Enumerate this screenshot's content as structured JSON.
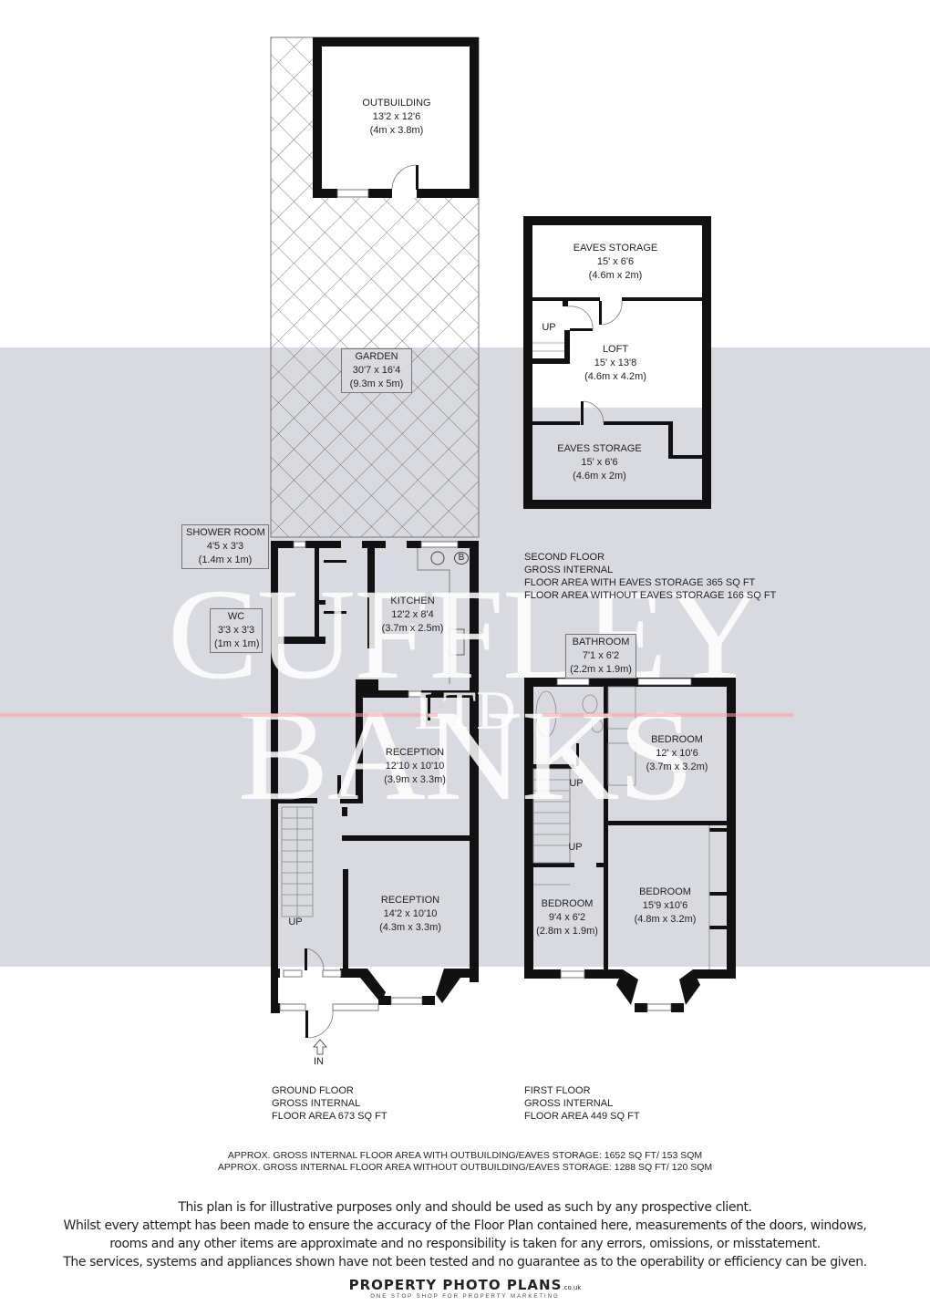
{
  "watermark": {
    "line1": "CUFFLEY BANKS",
    "line2": "LTD"
  },
  "rooms": {
    "outbuilding": {
      "name": "OUTBUILDING",
      "imperial": "13'2 x 12'6",
      "metric": "(4m x 3.8m)"
    },
    "garden": {
      "name": "GARDEN",
      "imperial": "30'7 x 16'4",
      "metric": "(9.3m x 5m)"
    },
    "shower_room": {
      "name": "SHOWER ROOM",
      "imperial": "4'5 x 3'3",
      "metric": "(1.4m x 1m)"
    },
    "wc": {
      "name": "WC",
      "imperial": "3'3 x 3'3",
      "metric": "(1m x 1m)"
    },
    "kitchen": {
      "name": "KITCHEN",
      "imperial": "12'2 x 8'4",
      "metric": "(3.7m x 2.5m)"
    },
    "reception_rear": {
      "name": "RECEPTION",
      "imperial": "12'10 x 10'10",
      "metric": "(3.9m x 3.3m)"
    },
    "reception_front": {
      "name": "RECEPTION",
      "imperial": "14'2 x 10'10",
      "metric": "(4.3m x 3.3m)"
    },
    "eaves_storage_top": {
      "name": "EAVES STORAGE",
      "imperial": "15' x 6'6",
      "metric": "(4.6m x 2m)"
    },
    "loft": {
      "name": "LOFT",
      "imperial": "15' x 13'8",
      "metric": "(4.6m x 4.2m)"
    },
    "eaves_storage_bottom": {
      "name": "EAVES STORAGE",
      "imperial": "15' x 6'6",
      "metric": "(4.6m x 2m)"
    },
    "bathroom": {
      "name": "BATHROOM",
      "imperial": "7'1 x 6'2",
      "metric": "(2.2m x 1.9m)"
    },
    "bedroom_rear": {
      "name": "BEDROOM",
      "imperial": "12' x 10'6",
      "metric": "(3.7m x 3.2m)"
    },
    "bedroom_small": {
      "name": "BEDROOM",
      "imperial": "9'4 x 6'2",
      "metric": "(2.8m x 1.9m)"
    },
    "bedroom_front": {
      "name": "BEDROOM",
      "imperial": "15'9 x10'6",
      "metric": "(4.8m x 3.2m)"
    }
  },
  "stairs": {
    "ground_up": "UP",
    "first_up_1": "UP",
    "first_up_2": "UP",
    "loft_up": "UP"
  },
  "entrance": {
    "label": "IN"
  },
  "boiler": {
    "label": "B"
  },
  "floors": {
    "ground": {
      "line1": "GROUND FLOOR",
      "line2": "GROSS INTERNAL",
      "line3": "FLOOR AREA 673 SQ FT"
    },
    "first": {
      "line1": "FIRST FLOOR",
      "line2": "GROSS INTERNAL",
      "line3": "FLOOR AREA 449 SQ FT"
    },
    "second": {
      "line1": "SECOND FLOOR",
      "line2": "GROSS INTERNAL",
      "line3": "FLOOR AREA WITH EAVES STORAGE 365 SQ FT",
      "line4": "FLOOR AREA WITHOUT EAVES STORAGE 166 SQ FT"
    }
  },
  "totals": {
    "with": "APPROX. GROSS INTERNAL FLOOR AREA WITH OUTBUILDING/EAVES STORAGE:    1652 SQ FT/   153 SQM",
    "without": "APPROX. GROSS INTERNAL FLOOR AREA WITHOUT OUTBUILDING/EAVES STORAGE:    1288 SQ FT/   120 SQM"
  },
  "disclaimer": {
    "line1": "This plan is for illustrative purposes only and should be used as such by any prospective client.",
    "line2": "Whilst every attempt has been made to ensure the accuracy of the Floor Plan contained here, measurements of the doors, windows,",
    "line3": "rooms and any other items are approximate and no responsibility is taken for any errors, omissions, or misstatement.",
    "line4": "The services, systems and appliances shown have not been tested and no guarantee as to the operability or efficiency can be given."
  },
  "branding": {
    "name": "PROPERTY PHOTO PLANS",
    "suffix": ".co.uk",
    "tagline": "ONE STOP SHOP FOR PROPERTY MARKETING"
  },
  "colors": {
    "wall": "#111111",
    "band": "#d9dae0",
    "watermark": "#ffffff",
    "text": "#222222"
  }
}
